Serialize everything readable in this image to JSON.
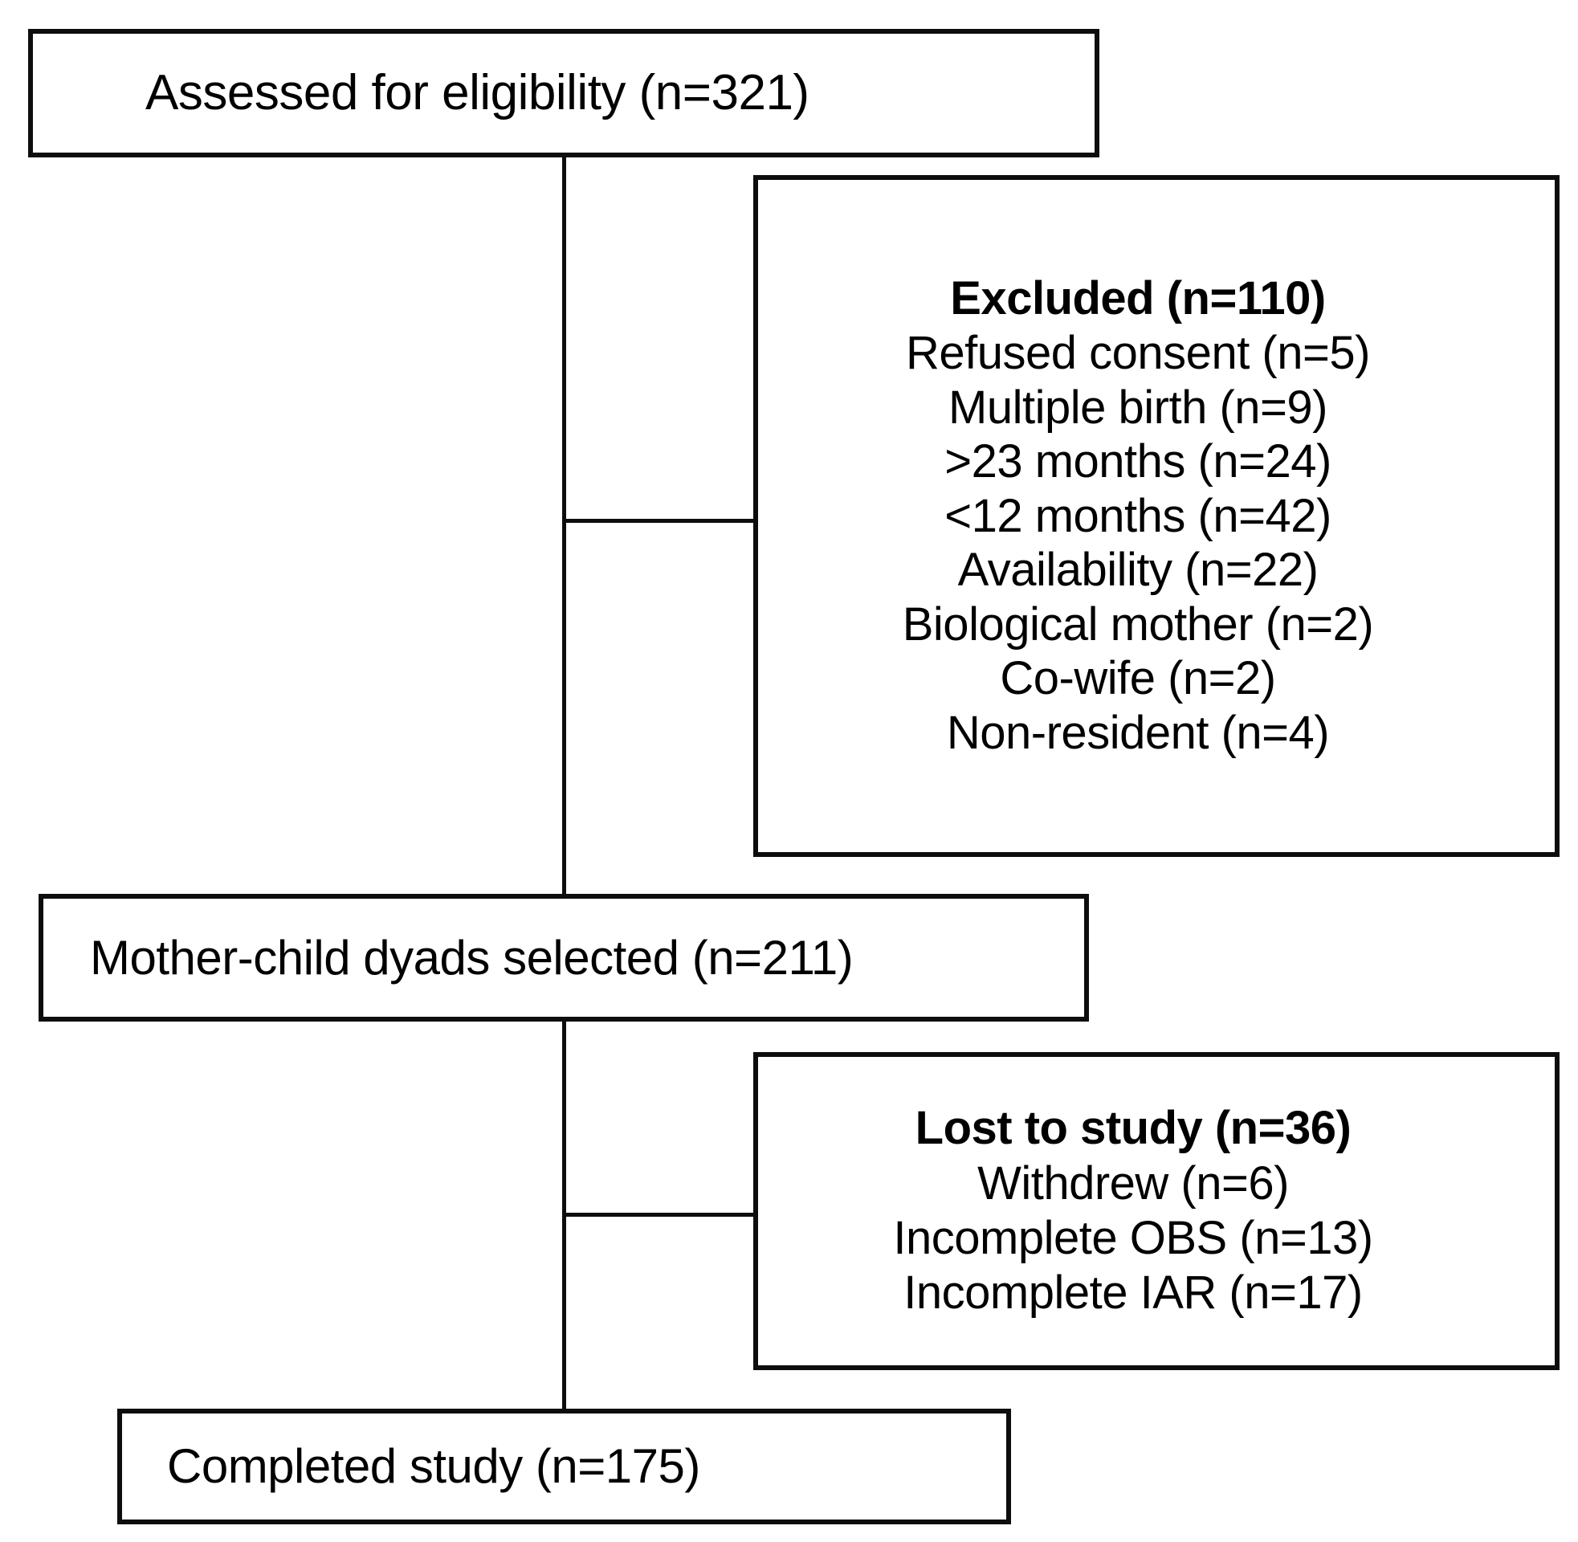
{
  "figure": {
    "kind": "participant-flow-diagram",
    "line_color": "#0d0d0d",
    "box_fill": "#ffffff",
    "background": "#ffffff"
  },
  "nodes": {
    "assessed": {
      "id": "assessed-for-eligibility",
      "lines": [
        {
          "text": "Assessed for eligibility (n=321)",
          "bold": false
        }
      ],
      "n": 321
    },
    "excluded": {
      "id": "excluded",
      "lines": [
        {
          "text": "Excluded (n=110)",
          "bold": true
        },
        {
          "text": "Refused consent (n=5)",
          "bold": false
        },
        {
          "text": "Multiple birth (n=9)",
          "bold": false
        },
        {
          "text": ">23 months (n=24)",
          "bold": false
        },
        {
          "text": "<12 months (n=42)",
          "bold": false
        },
        {
          "text": "Availability (n=22)",
          "bold": false
        },
        {
          "text": "Biological mother (n=2)",
          "bold": false
        },
        {
          "text": "Co-wife (n=2)",
          "bold": false
        },
        {
          "text": "Non-resident (n=4)",
          "bold": false
        }
      ],
      "n": 110
    },
    "selected": {
      "id": "mother-child-dyads-selected",
      "lines": [
        {
          "text": "Mother-child dyads selected (n=211)",
          "bold": false
        }
      ],
      "n": 211
    },
    "lost": {
      "id": "lost-to-study",
      "lines": [
        {
          "text": "Lost to study (n=36)",
          "bold": true
        },
        {
          "text": "Withdrew (n=6)",
          "bold": false
        },
        {
          "text": "Incomplete OBS (n=13)",
          "bold": false
        },
        {
          "text": "Incomplete IAR (n=17)",
          "bold": false
        }
      ],
      "n": 36
    },
    "completed": {
      "id": "completed-study",
      "lines": [
        {
          "text": "Completed study (n=175)",
          "bold": false
        }
      ],
      "n": 175
    }
  },
  "flow_text": {
    "assessed_0": "Assessed for eligibility (n=321)",
    "excluded_0": "Excluded (n=110)",
    "excluded_1": "Refused consent (n=5)",
    "excluded_2": "Multiple birth (n=9)",
    "excluded_3": ">23 months (n=24)",
    "excluded_4": "<12 months (n=42)",
    "excluded_5": "Availability (n=22)",
    "excluded_6": "Biological mother (n=2)",
    "excluded_7": "Co-wife (n=2)",
    "excluded_8": "Non-resident (n=4)",
    "selected_0": "Mother-child dyads selected (n=211)",
    "lost_0": "Lost to study (n=36)",
    "lost_1": "Withdrew (n=6)",
    "lost_2": "Incomplete OBS (n=13)",
    "lost_3": "Incomplete IAR (n=17)",
    "completed_0": "Completed study (n=175)"
  }
}
